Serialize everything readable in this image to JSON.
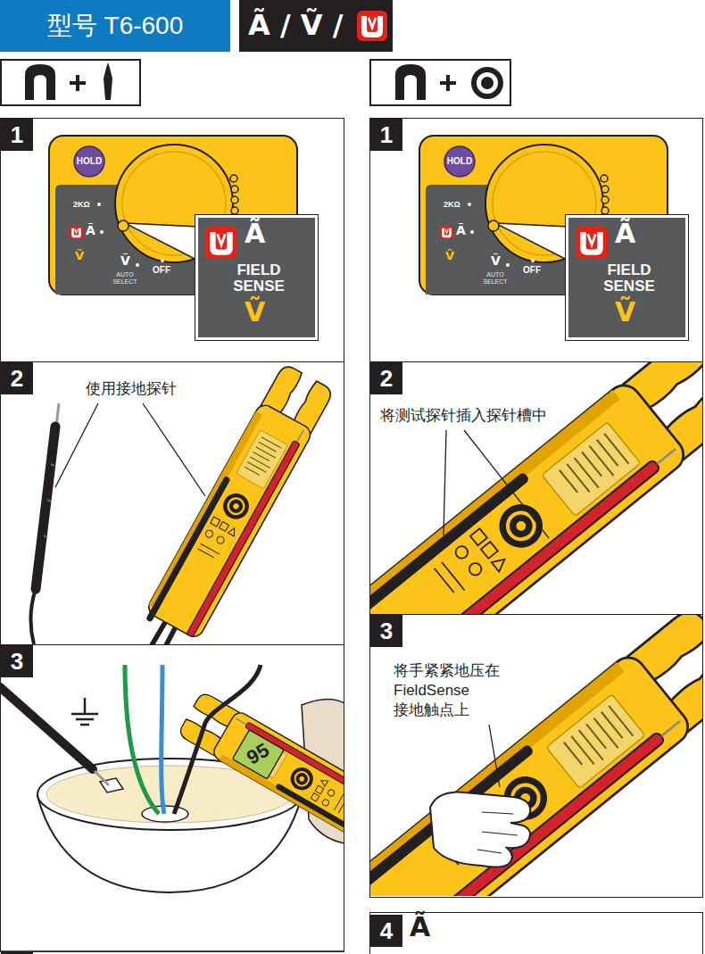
{
  "diagram": {
    "title": "型号 T6-600",
    "nodes": [
      {
        "text": [
          "1"
        ]
      },
      {
        "text": [
          "Ã",
          "FIELD SENSE",
          "Ṽ"
        ],
        "in": 0
      },
      {
        "text": [
          "2",
          "使用接地探针"
        ]
      },
      {
        "text": [
          "3"
        ]
      },
      {
        "text": [
          "1"
        ]
      },
      {
        "text": [
          "Ã",
          "FIELD SENSE",
          "Ṽ"
        ],
        "in": 4
      },
      {
        "text": [
          "2",
          "将测试探针插入探针槽中"
        ]
      },
      {
        "text": [
          "3",
          "将手紧紧地压在 FieldSense 接地触点上"
        ]
      },
      {
        "text": [
          "4",
          "Ã"
        ]
      }
    ],
    "labels": [
      "Ã / Ṽ /",
      "HOLD",
      "2KΩ",
      "Ã",
      "Ṽ",
      "Ṽ",
      "AUTO SELECT",
      "OFF",
      "HOLD",
      "2KΩ",
      "Ã",
      "Ṽ",
      "Ṽ",
      "AUTO SELECT",
      "OFF",
      "95"
    ]
  }
}
